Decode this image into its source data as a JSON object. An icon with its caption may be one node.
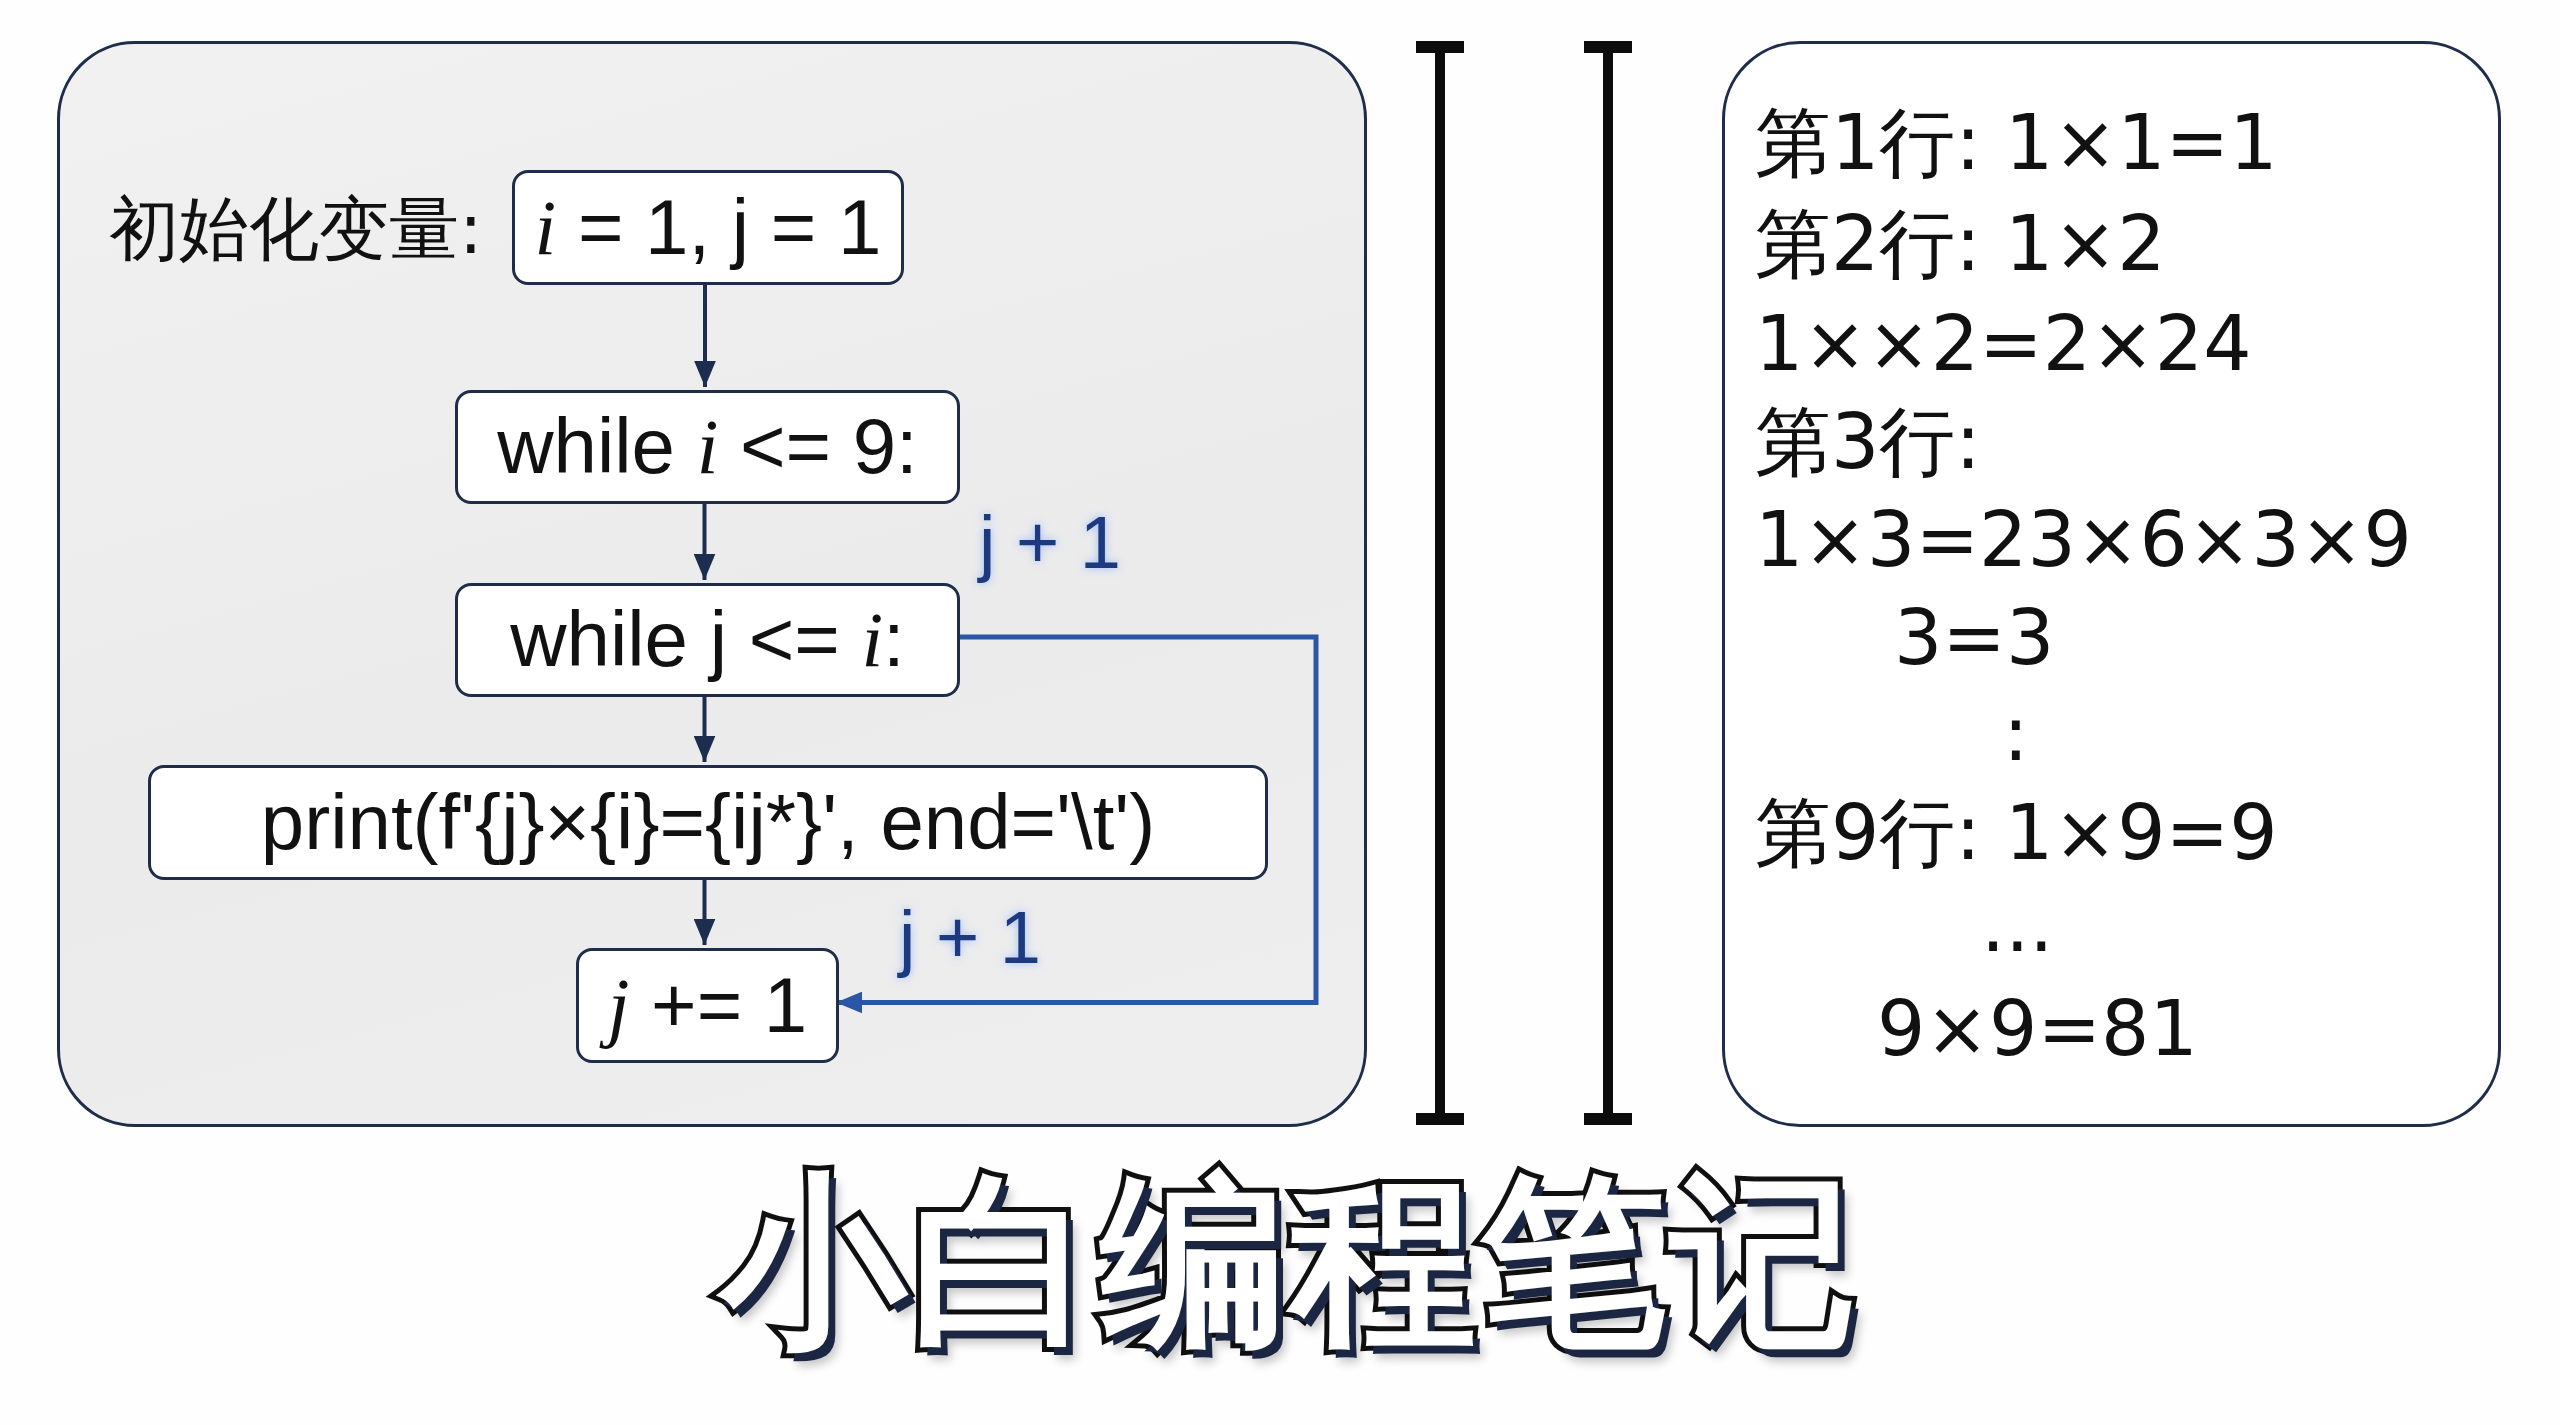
{
  "diagram": {
    "title": "小白编程笔记",
    "nodes": [
      {
        "text": [],
        "shape": "box"
      },
      {
        "text": [
          "*i* = 1, j = 1"
        ],
        "in": 0,
        "beside": [
          "初始化变量:"
        ]
      },
      {
        "text": [
          "while *i* <= 9:"
        ],
        "in": 0
      },
      {
        "text": [
          "while j <= *i*:"
        ],
        "in": 0
      },
      {
        "text": [
          "print(f'{j}×{i}={ij*}', end='\\t')"
        ],
        "in": 0
      },
      {
        "text": [
          "*j* += 1"
        ],
        "in": 0
      },
      {
        "text": [
          "第1行: 1×1=1",
          "第2行: 1×2",
          "1××2=2×24",
          "第3行:",
          "1×3=23×6×3×9",
          "3=3",
          ":",
          "第9行: 1×9=9",
          "...",
          "9×9=81"
        ]
      }
    ],
    "edges": [
      {
        "from": 1,
        "to": 2,
        "arrow": "to"
      },
      {
        "from": 2,
        "to": 3,
        "arrow": "to"
      },
      {
        "from": 3,
        "to": 4,
        "arrow": "to"
      },
      {
        "from": 4,
        "to": 5,
        "arrow": "to"
      },
      {
        "from": 3,
        "to": 5,
        "arrow": "to",
        "label": "j + 1",
        "color": "#2b56a6"
      }
    ],
    "labels": [
      "j + 1"
    ]
  }
}
